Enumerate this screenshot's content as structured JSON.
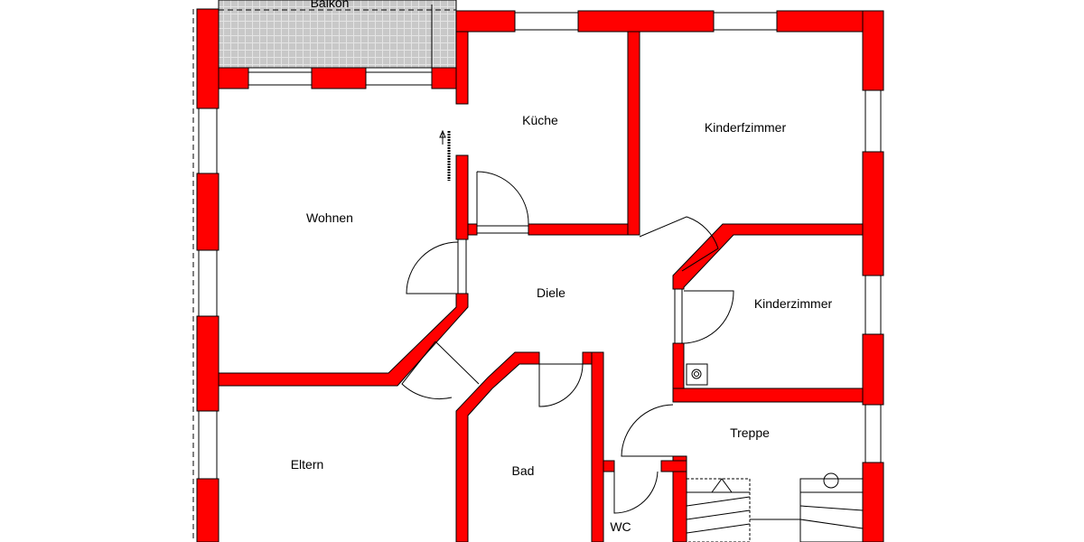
{
  "plan": {
    "wall_color": "#ff0000",
    "balcony_color": "#c8c8c8",
    "rooms": {
      "balkon": "Balkon",
      "kueche": "Küche",
      "kinderfzimmer": "Kinderfzimmer",
      "wohnen": "Wohnen",
      "diele": "Diele",
      "kinderzimmer": "Kinderzimmer",
      "treppe": "Treppe",
      "eltern": "Eltern",
      "bad": "Bad",
      "wc": "WC"
    }
  }
}
